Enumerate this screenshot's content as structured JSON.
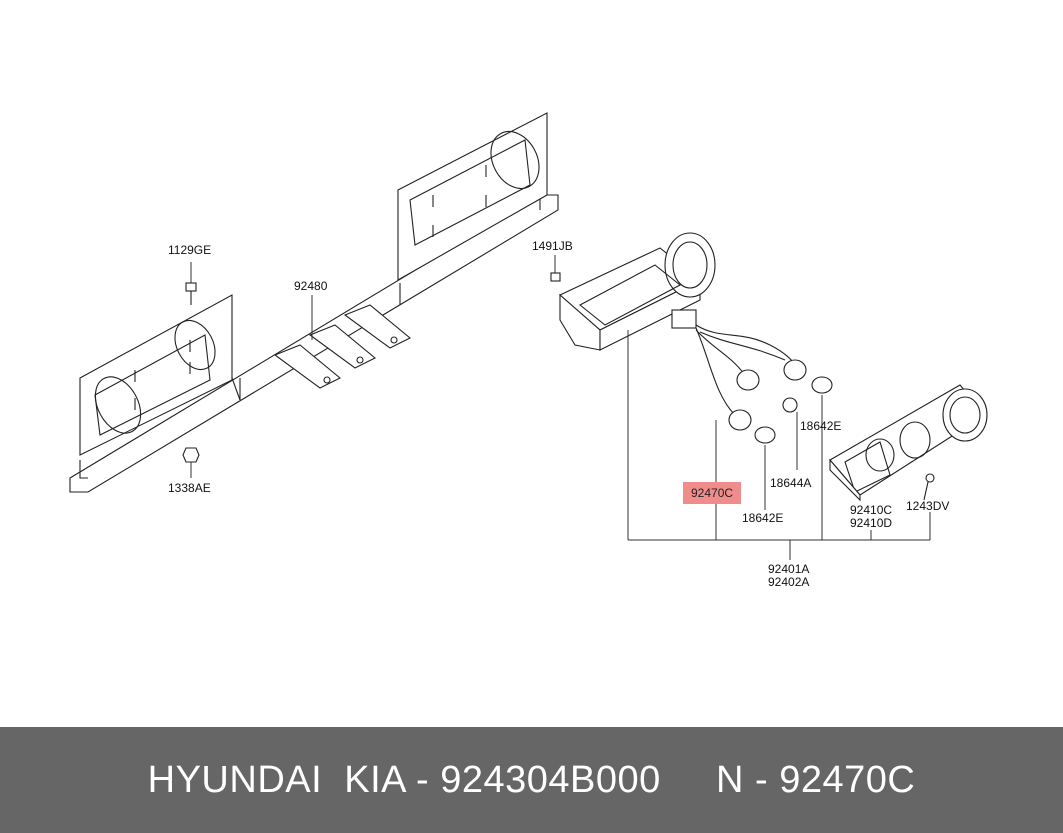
{
  "diagram": {
    "labels": {
      "p1129GE": "1129GE",
      "p92480": "92480",
      "p1338AE": "1338AE",
      "p1491JB": "1491JB",
      "p92470C": "92470C",
      "p18642E_a": "18642E",
      "p18644A": "18644A",
      "p18642E_b": "18642E",
      "p92410C": "92410C",
      "p92410D": "92410D",
      "p1243DV": "1243DV",
      "p92401A": "92401A",
      "p92402A": "92402A"
    },
    "highlight_color": "#f08c8c"
  },
  "footer": {
    "text": "HYUNDAI  KIA - 924304B000     N - 92470C",
    "background": "#666666"
  }
}
